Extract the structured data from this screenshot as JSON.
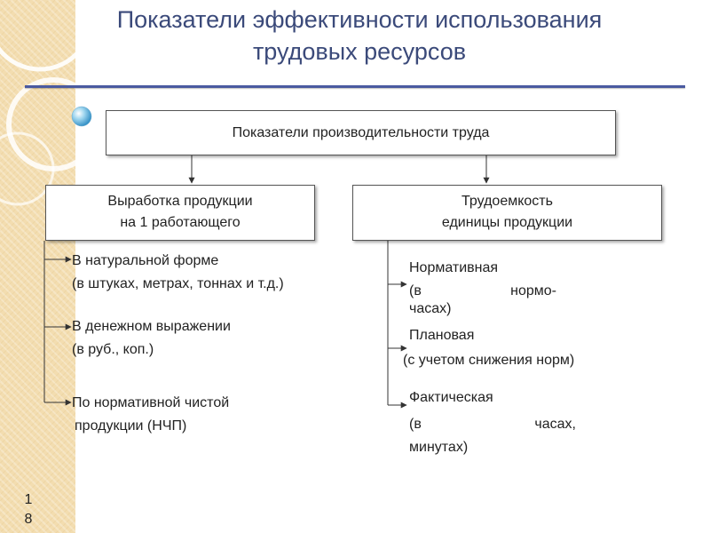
{
  "slide": {
    "title_line1": "Показатели эффективности использования",
    "title_line2": "трудовых ресурсов",
    "page_number_line1": "1",
    "page_number_line2": "8"
  },
  "diagram": {
    "top_box": "Показатели производительности труда",
    "left_box": {
      "line1": "Выработка продукции",
      "line2": "на 1 работающего"
    },
    "right_box": {
      "line1": "Трудоемкость",
      "line2": "единицы продукции"
    },
    "left_items": [
      {
        "line1": "В натуральной форме",
        "line2": "(в штуках, метрах, тоннах и т.д.)"
      },
      {
        "line1": "В денежном выражении",
        "line2": "(в руб., коп.)"
      },
      {
        "line1": "По нормативной чистой",
        "line2": "продукции (НЧП)"
      }
    ],
    "right_items": [
      {
        "line1": "Нормативная",
        "line2a": "(в",
        "line2b": "нормо-",
        "line3": "часах)"
      },
      {
        "line1": "Плановая",
        "line2": "(с учетом снижения норм)"
      },
      {
        "line1": "Фактическая",
        "line2a": "(в",
        "line2b": "часах,",
        "line3": "минутах)"
      }
    ]
  },
  "colors": {
    "title": "#3b4a7a",
    "rule": "#4a5aa0",
    "side_strip": "#f3ddb0"
  }
}
